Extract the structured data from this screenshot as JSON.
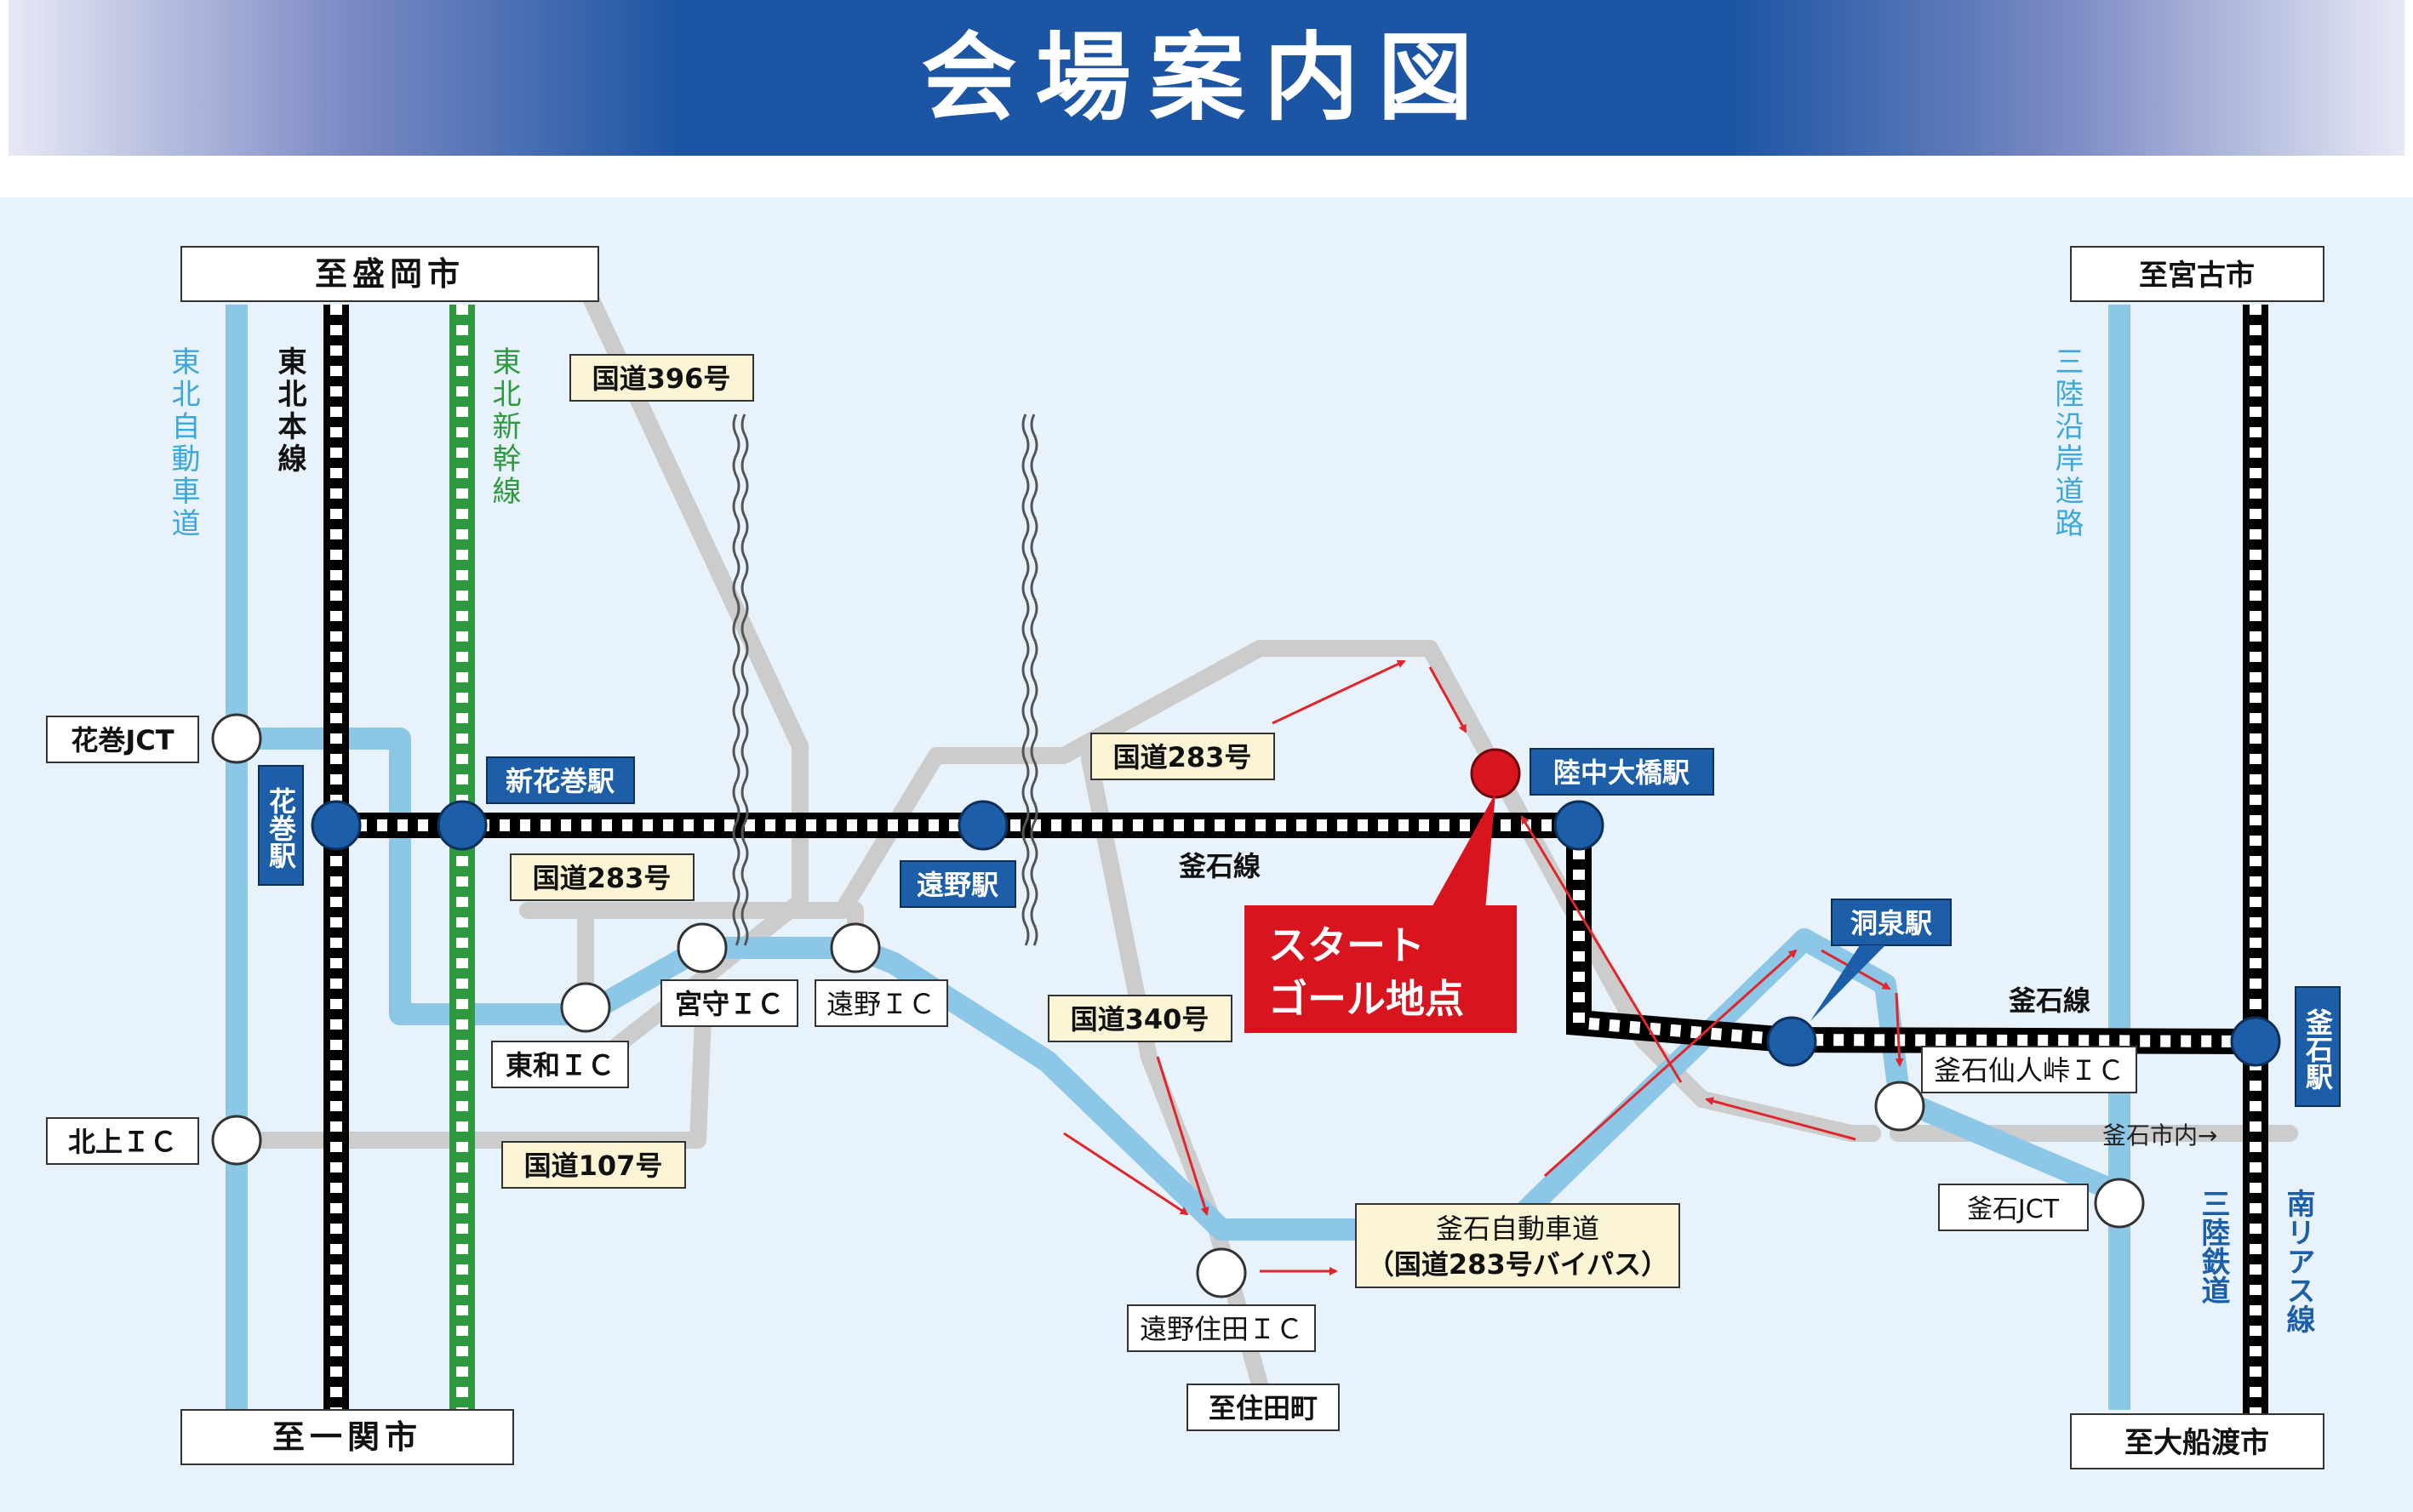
{
  "header": {
    "title": "会場案内図"
  },
  "destinations": {
    "morioka": "至盛岡市",
    "ichinoseki": "至一関市",
    "miyako": "至宮古市",
    "ofunato": "至大船渡市",
    "sumita": "至住田町",
    "kamaishi_city": "釜石市内→"
  },
  "lines": {
    "tohoku_expressway": "東北自動車道",
    "tohoku_main_line": "東北本線",
    "tohoku_shinkansen": "東北新幹線",
    "sanriku_coastal_road": "三陸沿岸道路",
    "sanriku_railway": "三陸鉄道",
    "minami_rias_line": "南リアス線",
    "kamaishi_line_center": "釜石線",
    "kamaishi_line_east": "釜石線"
  },
  "routes": {
    "r396": "国道396号",
    "r283_west": "国道283号",
    "r283_north": "国道283号",
    "r340": "国道340号",
    "r107": "国道107号",
    "kamaishi_expressway_1": "釜石自動車道",
    "kamaishi_expressway_2": "（国道283号バイパス）"
  },
  "interchanges": {
    "hanamaki_jct": "花巻JCT",
    "kitakami_ic": "北上ＩＣ",
    "towa_ic": "東和ＩＣ",
    "miyamori_ic": "宮守ＩＣ",
    "tono_ic": "遠野ＩＣ",
    "tono_sumita_ic": "遠野住田ＩＣ",
    "kamaishi_sennin_ic": "釜石仙人峠ＩＣ",
    "kamaishi_jct": "釜石JCT"
  },
  "stations": {
    "hanamaki": "花巻駅",
    "shin_hanamaki": "新花巻駅",
    "tono": "遠野駅",
    "rikuchu_ohashi": "陸中大橋駅",
    "dosen": "洞泉駅",
    "kamaishi": "釜石駅"
  },
  "venue": {
    "line1": "スタート",
    "line2": "ゴール地点"
  },
  "colors": {
    "banner": "#1c55a3",
    "map_bg": "#e8f2fa",
    "expressway": "#8cc7e8",
    "national_road": "#cccccc",
    "shinkansen": "#2e9a3e",
    "station": "#1c5fa8",
    "venue": "#d8141e",
    "route_arrow": "#e0262b",
    "route_label_bg": "#fbf5d6"
  }
}
